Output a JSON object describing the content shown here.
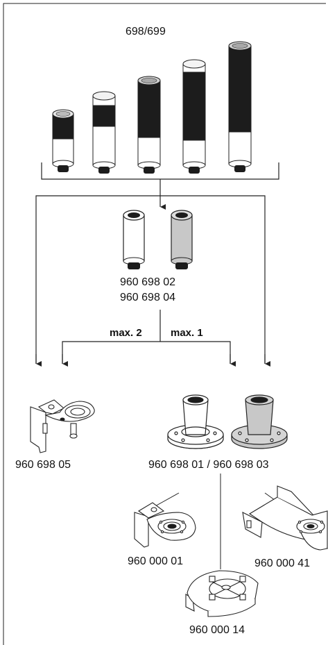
{
  "diagram": {
    "top_label": "698/699",
    "adapter_codes": [
      "960 698 02",
      "960 698 04"
    ],
    "max_left": "max. 2",
    "max_right": "max. 1",
    "left_bracket_code": "960 698 05",
    "base_codes": "960 698 01 / 960 698 03",
    "bracket_a_code": "960 000 01",
    "bracket_b_code": "960 000 41",
    "bracket_c_code": "960 000 14",
    "colors": {
      "line": "#222222",
      "dark_body": "#1c1c1c",
      "gray_body": "#c8c8c8",
      "white_body": "#ffffff"
    }
  }
}
